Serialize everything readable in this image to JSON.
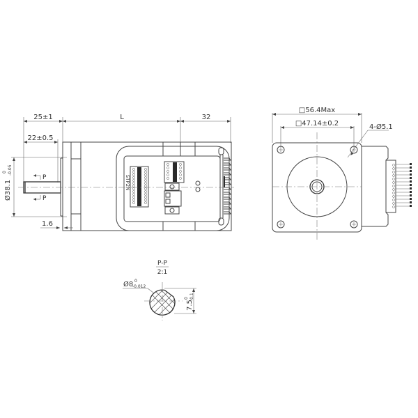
{
  "drawing": {
    "type": "technical-dimension-drawing",
    "subject": "integrated stepper motor",
    "colors": {
      "line": "#444444",
      "text": "#333333",
      "background": "#ffffff"
    }
  },
  "side_view": {
    "dims": {
      "shaft_length": "25±1",
      "shaft_flat_length": "22±0.5",
      "body_length": "L",
      "driver_length": "32",
      "boss_diameter": "Ø38.1",
      "boss_tol_upper": "0",
      "boss_tol_lower": "-0.05",
      "flange_thickness": "1.6"
    },
    "section_marks": {
      "top": "P",
      "bottom": "P"
    },
    "driver_label": "STP2N"
  },
  "front_view": {
    "dims": {
      "flange_square": "□56.4Max",
      "hole_spacing": "□47.14±0.2",
      "mount_holes": "4-Ø5.1"
    }
  },
  "section_view": {
    "title": "P-P",
    "scale": "2:1",
    "shaft_diameter": "Ø8",
    "shaft_tol_upper": "0",
    "shaft_tol_lower": "-0.012",
    "flat_height": "7.5",
    "flat_tol_upper": "0",
    "flat_tol_lower": "-0.1"
  }
}
